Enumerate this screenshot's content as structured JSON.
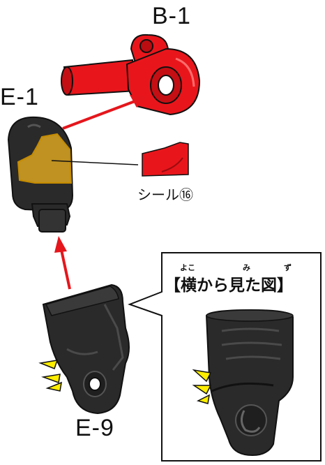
{
  "labels": {
    "b1": "B-1",
    "e1": "E-1",
    "e9": "E-9",
    "seal": "シール⑯"
  },
  "side_view": {
    "title": "【横から見た図】",
    "ruby_yoko": "よこ",
    "ruby_mi": "み",
    "ruby_zu": "ず"
  },
  "colors": {
    "part_red": "#e8161b",
    "part_black": "#2a2a2a",
    "seal_yellow": "#d9a520",
    "arrow_red": "#e5161c",
    "attention_yellow": "#ffee00"
  }
}
